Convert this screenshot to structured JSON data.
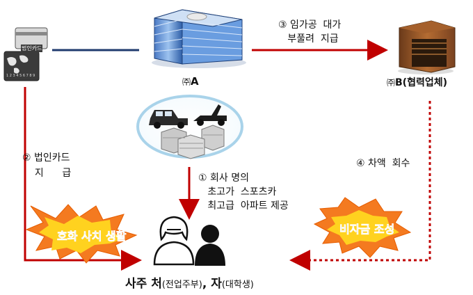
{
  "entities": {
    "company_a": {
      "prefix": "㈜",
      "name": "A"
    },
    "company_b": {
      "prefix": "㈜",
      "name": "B(협력업체)"
    },
    "card_text": "법인카드",
    "card_number": "1 2 3 4 5 6 7 8 9"
  },
  "steps": {
    "step1": {
      "number": "①",
      "lines": [
        "회사 명의",
        "초고가  스포츠카",
        "최고급  아파트 제공"
      ]
    },
    "step2": {
      "number": "②",
      "lines": [
        "법인카드",
        "지      급"
      ]
    },
    "step3": {
      "number": "③",
      "lines": [
        "임가공  대가",
        "부풀려  지급"
      ]
    },
    "step4": {
      "number": "④",
      "label": "차액  회수"
    }
  },
  "bursts": {
    "left": "호화 사치 생활",
    "right": "비자금 조성"
  },
  "bottom": {
    "part1": "사주 처",
    "part1_note": "(전업주부)",
    "sep": ", ",
    "part2": "자",
    "part2_note": "(대학생)"
  },
  "colors": {
    "red": "#c00000",
    "navy": "#1f3a6e",
    "burst_orange": "#f47a20",
    "burst_yellow": "#ffd21f",
    "ellipse_border": "#a9d3ea"
  }
}
